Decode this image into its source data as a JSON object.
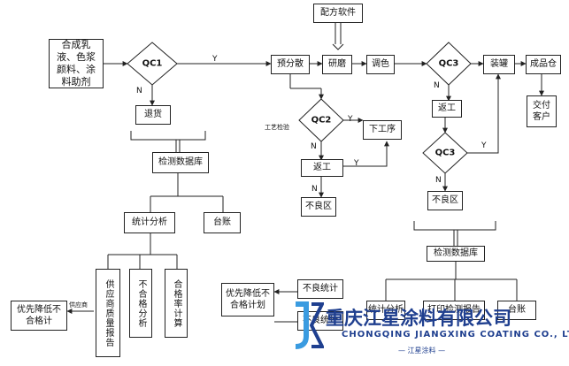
{
  "nodes": {
    "raw_materials": "合成乳液、色浆颜料、涂料助剂",
    "qc1": "QC1",
    "return_goods": "退货",
    "inspection_db_left": "检测数据库",
    "stat_analysis_left": "统计分析",
    "ledger_left": "台账",
    "supplier_quality_report": "供应商质量报告",
    "nonconformity_analysis": "不合格分析",
    "pass_rate_calc": "合格率计算",
    "priority_reduce_left": "优先降低不合格计",
    "formula_software": "配方软件",
    "pre_disperse": "预分散",
    "grinding": "研磨",
    "color_mixing": "调色",
    "qc2": "QC2",
    "next_process": "下工序",
    "rework_mid": "返工",
    "defect_zone_mid": "不良区",
    "qc3_top": "QC3",
    "packing": "装罐",
    "warehouse": "成品仓",
    "deliver_customer": "交付客户",
    "rework_right": "返工",
    "qc3_mid": "QC3",
    "defect_zone_right": "不良区",
    "inspection_db_right": "检测数据库",
    "defect_stats": "不良统计",
    "priority_reduce_right": "优先降低不合格计划",
    "stat_analysis_right": "统计分析",
    "print_report": "打印检测报告",
    "ledger_right": "台账",
    "defect_stats_partial": "不良统计"
  },
  "edge_labels": {
    "qc1_y": "Y",
    "qc1_n": "N",
    "qc2_y": "Y",
    "qc2_n": "N",
    "rework_y": "Y",
    "defect_n": "N",
    "qc3_n": "N",
    "qc3_mid_y": "Y",
    "qc3_mid_n": "N",
    "process_inspection": "工艺检验",
    "supplier_tag": "供应商"
  },
  "logo": {
    "company_cn": "重庆江星涂料有限公司",
    "company_en": "CHONGQING JIANGXING COATING CO., LTD.",
    "tagline": "— 江星涂料 —",
    "accent_color": "#1f3f8f",
    "mark_color": "#3a9be0"
  }
}
